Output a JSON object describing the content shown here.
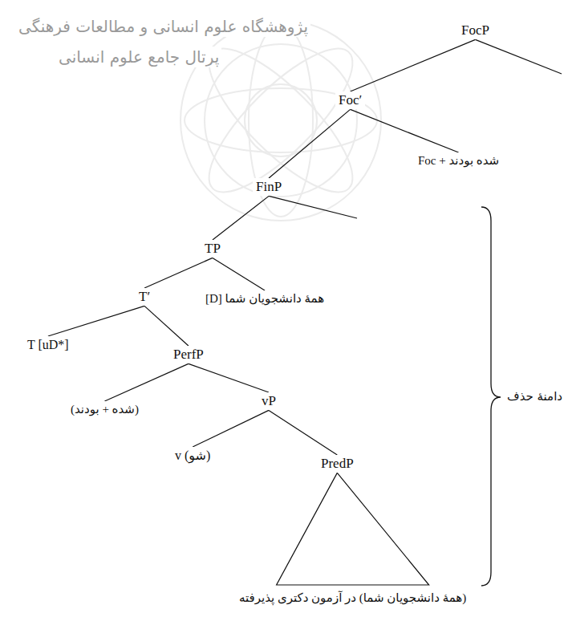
{
  "diagram": {
    "nodes": [
      {
        "text": [
          "FocP"
        ]
      },
      {
        "text": [
          "Foc′"
        ]
      },
      {
        "text": [
          "FinP"
        ]
      },
      {
        "text": [
          "Foc + شده بودند"
        ]
      },
      {
        "text": [
          "TP"
        ]
      },
      {
        "text": [
          "T′"
        ]
      },
      {
        "text": [
          "همهٔ دانشجویان شما [D]"
        ]
      },
      {
        "text": [
          "T [uD*]"
        ]
      },
      {
        "text": [
          "PerfP"
        ]
      },
      {
        "text": [
          "(شده + بودند)"
        ]
      },
      {
        "text": [
          "vP"
        ]
      },
      {
        "text": [
          "v (شو)"
        ]
      },
      {
        "text": [
          "PredP"
        ]
      },
      {
        "text": [
          "(همهٔ دانشجویان شما) در آزمون دکتری پذیرفته"
        ]
      }
    ],
    "edges": [
      {
        "from": 0,
        "to": 1,
        "arrow": "none"
      },
      {
        "from": 1,
        "to": 2,
        "arrow": "none"
      },
      {
        "from": 1,
        "to": 3,
        "arrow": "none"
      },
      {
        "from": 2,
        "to": 4,
        "arrow": "none"
      },
      {
        "from": 4,
        "to": 5,
        "arrow": "none"
      },
      {
        "from": 4,
        "to": 6,
        "arrow": "none"
      },
      {
        "from": 5,
        "to": 7,
        "arrow": "none"
      },
      {
        "from": 5,
        "to": 8,
        "arrow": "none"
      },
      {
        "from": 8,
        "to": 9,
        "arrow": "none"
      },
      {
        "from": 8,
        "to": 10,
        "arrow": "none"
      },
      {
        "from": 10,
        "to": 11,
        "arrow": "none"
      },
      {
        "from": 10,
        "to": 12,
        "arrow": "none"
      }
    ],
    "labels": [
      "دامنهٔ حذف",
      "پژوهشگاه علوم انسانی و مطالعات فرهنگی",
      "پرتال جامع علوم انسانی"
    ]
  }
}
